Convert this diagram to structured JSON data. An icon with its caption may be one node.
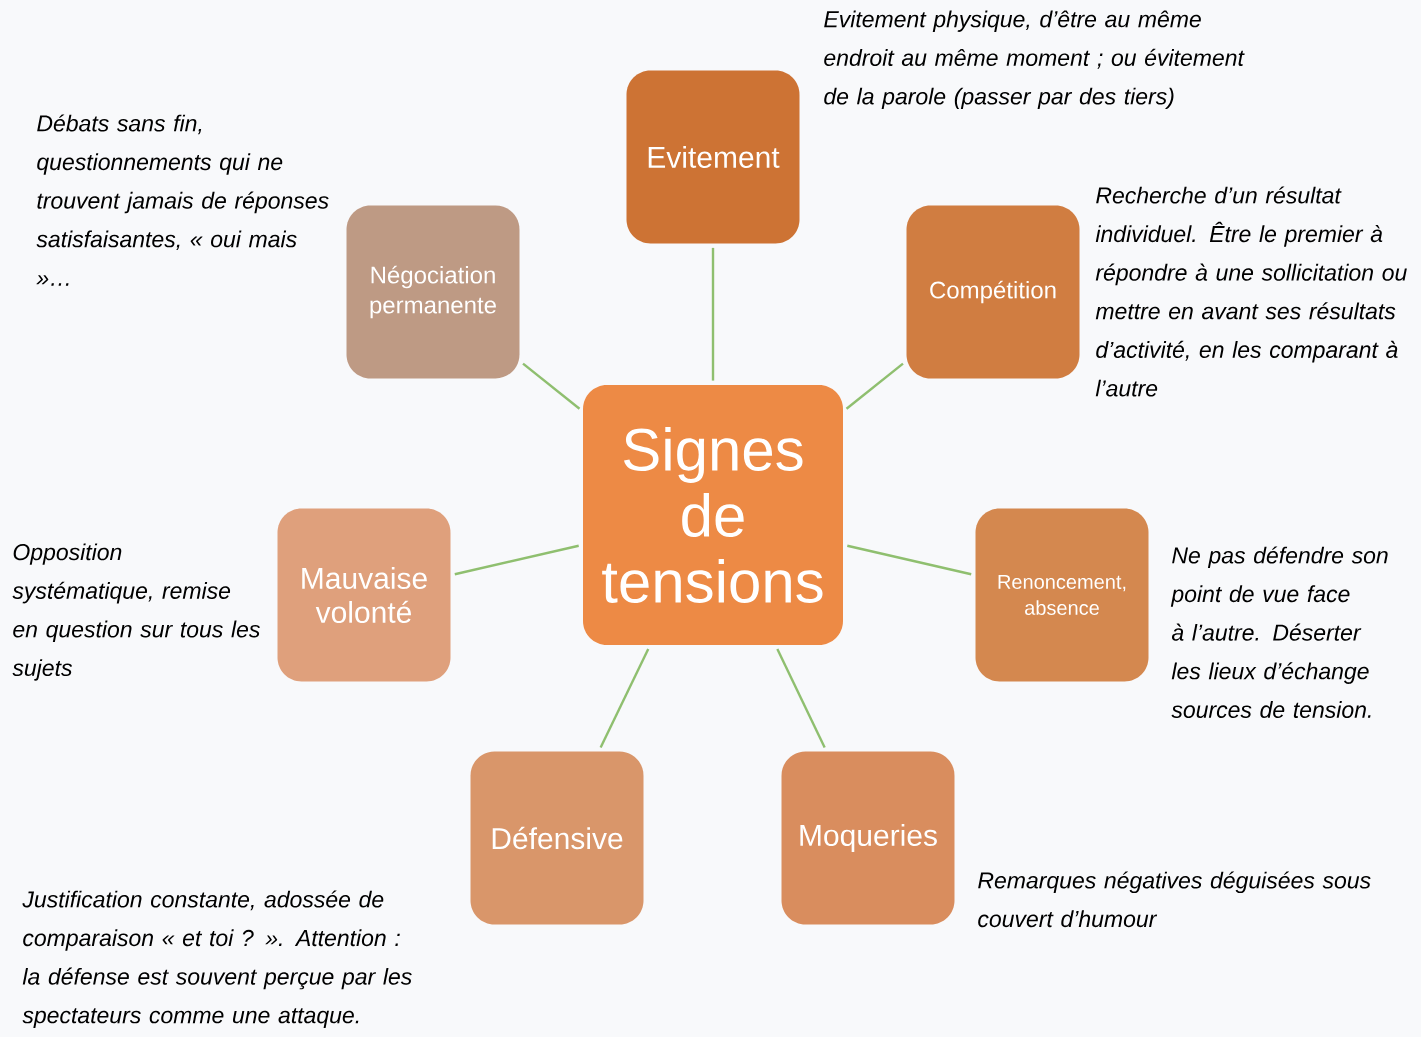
{
  "diagram": {
    "nodes": [
      {
        "text": [
          "Signes de tensions"
        ]
      },
      {
        "text": [
          "Evitement"
        ],
        "beside": [
          "Evitement physique, d’être au même endroit au même moment ; ou évitement de la parole (passer par des tiers)"
        ]
      },
      {
        "text": [
          "Compétition"
        ],
        "beside": [
          "Recherche d’un résultat individuel. Être le premier à répondre à une sollicitation ou mettre en avant ses résultats d’activité, en les comparant à l’autre"
        ]
      },
      {
        "text": [
          "Renoncement, absence"
        ],
        "beside": [
          "Ne pas défendre son point de vue face à l’autre. Déserter les lieux d’échange sources de tension."
        ]
      },
      {
        "text": [
          "Moqueries"
        ],
        "beside": [
          "Remarques négatives déguisées sous couvert d’humour"
        ]
      },
      {
        "text": [
          "Défensive"
        ],
        "beside": [
          "Justification constante, adossée de comparaison « et toi ? ». Attention : la défense est souvent perçue par les spectateurs comme une attaque."
        ]
      },
      {
        "text": [
          "Mauvaise volonté"
        ],
        "beside": [
          "Opposition systématique, remise en question sur tous les sujets"
        ]
      },
      {
        "text": [
          "Négociation permanente"
        ],
        "beside": [
          "Débats sans fin, questionnements qui ne trouvent jamais de réponses satisfaisantes, « oui mais »…"
        ]
      }
    ],
    "edges": [
      {
        "from": 0,
        "to": 1,
        "arrow": "none"
      },
      {
        "from": 0,
        "to": 2,
        "arrow": "none"
      },
      {
        "from": 0,
        "to": 3,
        "arrow": "none"
      },
      {
        "from": 0,
        "to": 4,
        "arrow": "none"
      },
      {
        "from": 0,
        "to": 5,
        "arrow": "none"
      },
      {
        "from": 0,
        "to": 6,
        "arrow": "none"
      },
      {
        "from": 0,
        "to": 7,
        "arrow": "none"
      }
    ]
  }
}
